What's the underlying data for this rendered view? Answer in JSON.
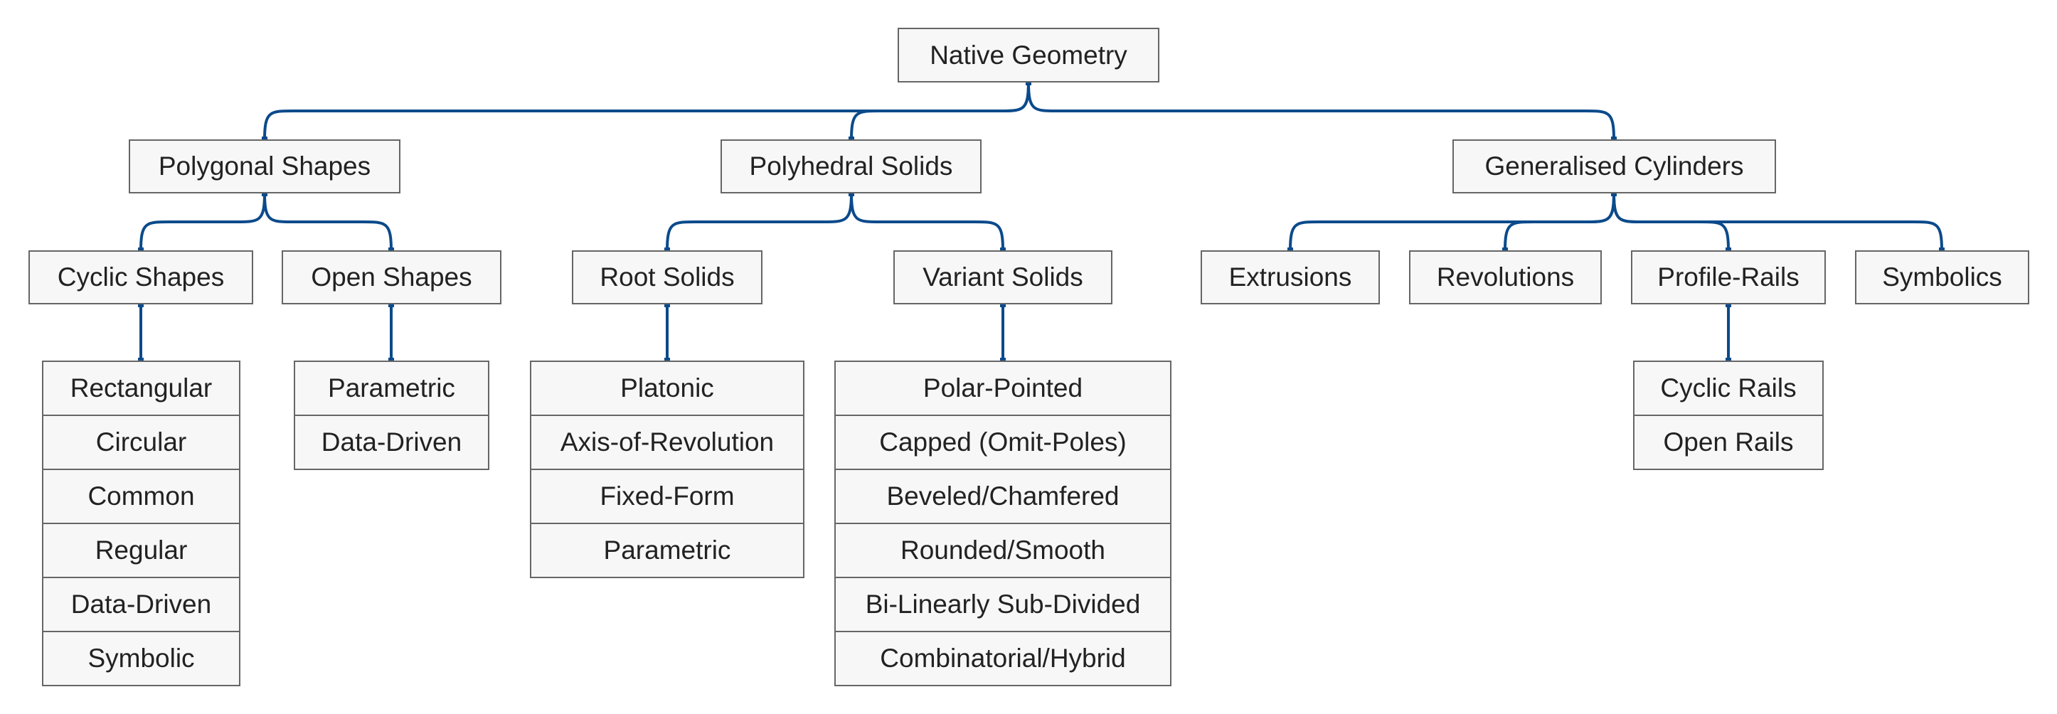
{
  "diagram": {
    "title": "Native Geometry",
    "colors": {
      "connector": "#0b4a8b",
      "node_fill": "#f7f7f7",
      "node_border": "#666666",
      "text": "#222222"
    },
    "root": {
      "label": "Native Geometry"
    },
    "categories": [
      {
        "label": "Polygonal Shapes",
        "children": [
          {
            "label": "Cyclic Shapes",
            "items": [
              "Rectangular",
              "Circular",
              "Common",
              "Regular",
              "Data-Driven",
              "Symbolic"
            ]
          },
          {
            "label": "Open Shapes",
            "items": [
              "Parametric",
              "Data-Driven"
            ]
          }
        ]
      },
      {
        "label": "Polyhedral Solids",
        "children": [
          {
            "label": "Root Solids",
            "items": [
              "Platonic",
              "Axis-of-Revolution",
              "Fixed-Form",
              "Parametric"
            ]
          },
          {
            "label": "Variant Solids",
            "items": [
              "Polar-Pointed",
              "Capped (Omit-Poles)",
              "Beveled/Chamfered",
              "Rounded/Smooth",
              "Bi-Linearly Sub-Divided",
              "Combinatorial/Hybrid"
            ]
          }
        ]
      },
      {
        "label": "Generalised Cylinders",
        "children": [
          {
            "label": "Extrusions",
            "items": []
          },
          {
            "label": "Revolutions",
            "items": []
          },
          {
            "label": "Profile-Rails",
            "items": [
              "Cyclic Rails",
              "Open Rails"
            ]
          },
          {
            "label": "Symbolics",
            "items": []
          }
        ]
      }
    ]
  }
}
